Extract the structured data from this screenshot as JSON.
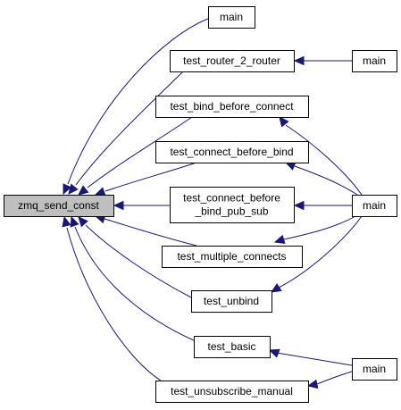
{
  "graph": {
    "root": "zmq_send_const",
    "nodes": [
      {
        "id": "zmq_send_const",
        "lines": [
          "zmq_send_const"
        ],
        "root": true
      },
      {
        "id": "main_top",
        "lines": [
          "main"
        ]
      },
      {
        "id": "test_router_2_router",
        "lines": [
          "test_router_2_router"
        ]
      },
      {
        "id": "main_router",
        "lines": [
          "main"
        ]
      },
      {
        "id": "test_bind_before_connect",
        "lines": [
          "test_bind_before_connect"
        ]
      },
      {
        "id": "test_connect_before_bind",
        "lines": [
          "test_connect_before_bind"
        ]
      },
      {
        "id": "test_connect_before_bind_pub_sub",
        "lines": [
          "test_connect_before",
          "_bind_pub_sub"
        ]
      },
      {
        "id": "main_mid",
        "lines": [
          "main"
        ]
      },
      {
        "id": "test_multiple_connects",
        "lines": [
          "test_multiple_connects"
        ]
      },
      {
        "id": "test_unbind",
        "lines": [
          "test_unbind"
        ]
      },
      {
        "id": "test_basic",
        "lines": [
          "test_basic"
        ]
      },
      {
        "id": "test_unsubscribe_manual",
        "lines": [
          "test_unsubscribe_manual"
        ]
      },
      {
        "id": "main_bottom",
        "lines": [
          "main"
        ]
      }
    ],
    "edges": [
      {
        "from": "main_top",
        "to": "zmq_send_const"
      },
      {
        "from": "test_router_2_router",
        "to": "zmq_send_const"
      },
      {
        "from": "test_bind_before_connect",
        "to": "zmq_send_const"
      },
      {
        "from": "test_connect_before_bind",
        "to": "zmq_send_const"
      },
      {
        "from": "test_connect_before_bind_pub_sub",
        "to": "zmq_send_const"
      },
      {
        "from": "test_multiple_connects",
        "to": "zmq_send_const"
      },
      {
        "from": "test_unbind",
        "to": "zmq_send_const"
      },
      {
        "from": "test_basic",
        "to": "zmq_send_const"
      },
      {
        "from": "test_unsubscribe_manual",
        "to": "zmq_send_const"
      },
      {
        "from": "main_router",
        "to": "test_router_2_router"
      },
      {
        "from": "main_mid",
        "to": "test_bind_before_connect"
      },
      {
        "from": "main_mid",
        "to": "test_connect_before_bind"
      },
      {
        "from": "main_mid",
        "to": "test_connect_before_bind_pub_sub"
      },
      {
        "from": "main_mid",
        "to": "test_multiple_connects"
      },
      {
        "from": "main_mid",
        "to": "test_unbind"
      },
      {
        "from": "main_bottom",
        "to": "test_basic"
      },
      {
        "from": "main_bottom",
        "to": "test_unsubscribe_manual"
      }
    ],
    "colors": {
      "edge": "#191970",
      "root_fill": "#bfbfbf",
      "node_fill": "#ffffff",
      "border": "#000000"
    }
  }
}
